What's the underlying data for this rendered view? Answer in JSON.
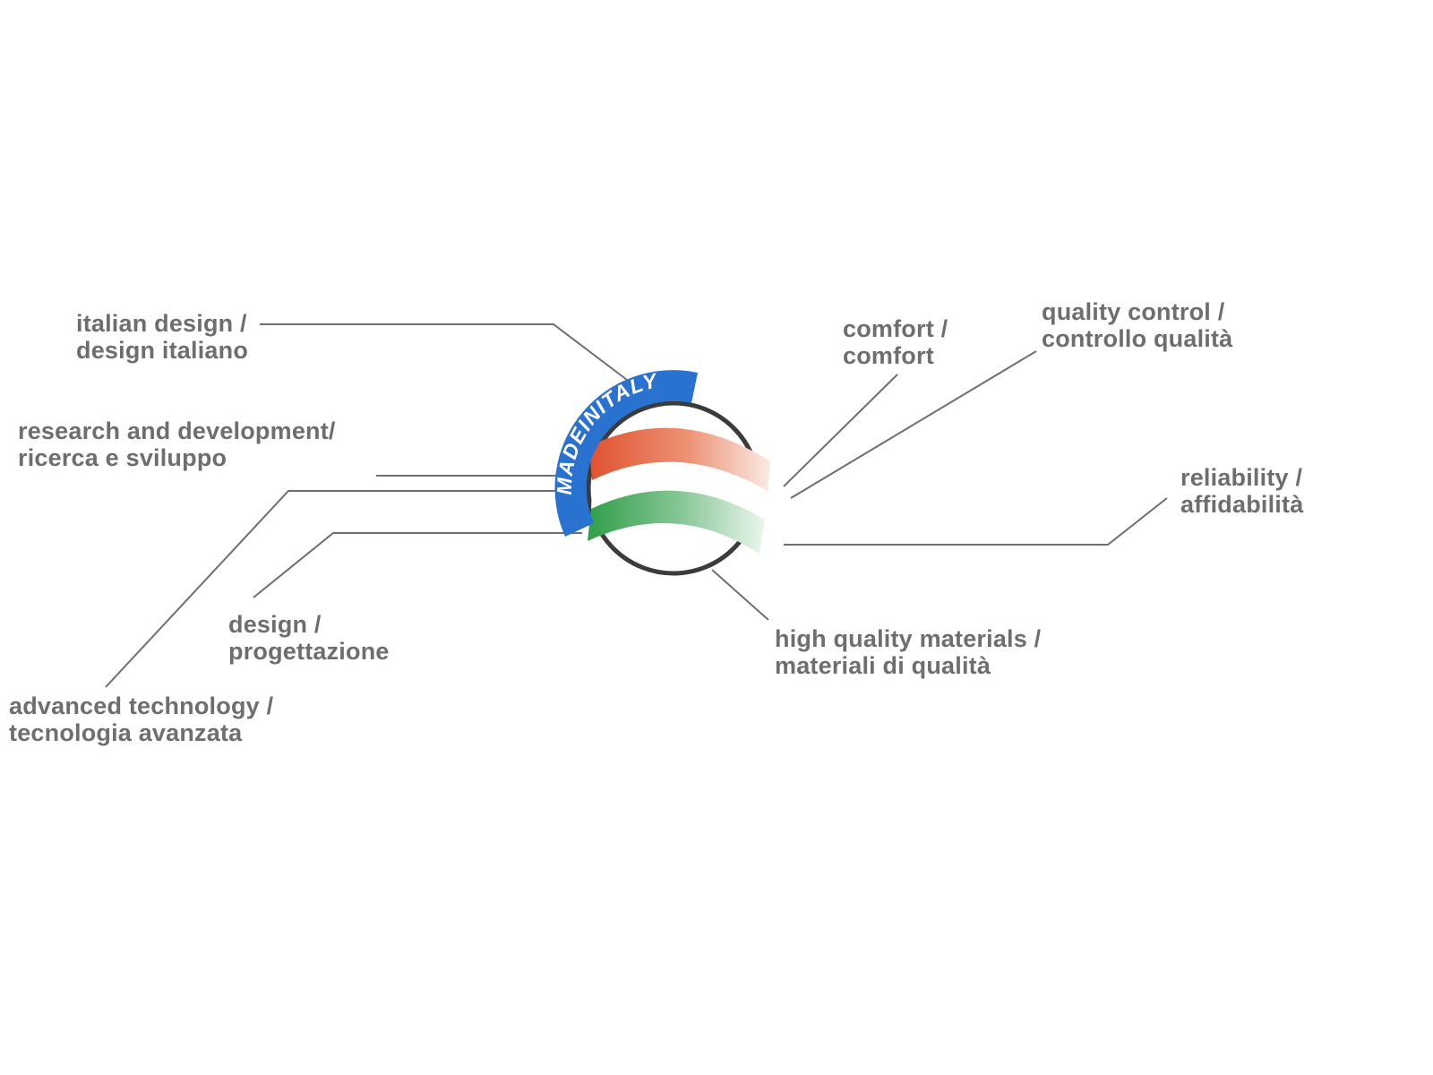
{
  "logo": {
    "banner_text": "MADEINITALY",
    "colors": {
      "banner_blue": "#2a72cf",
      "flag_red": "#e0512f",
      "flag_green": "#2f9e48",
      "circle_outline": "#3b3b3c",
      "connector_gray": "#6d6e70"
    }
  },
  "text_color": "#6d6e70",
  "labels": [
    {
      "id": "italian-design",
      "line1": "italian design /",
      "line2": "design italiano"
    },
    {
      "id": "research-development",
      "line1": "research and development/",
      "line2": "ricerca e sviluppo"
    },
    {
      "id": "design",
      "line1": "design /",
      "line2": "progettazione"
    },
    {
      "id": "advanced-technology",
      "line1": "advanced technology /",
      "line2": "tecnologia avanzata"
    },
    {
      "id": "comfort",
      "line1": "comfort /",
      "line2": "comfort"
    },
    {
      "id": "quality-control",
      "line1": "quality control /",
      "line2": "controllo qualità"
    },
    {
      "id": "reliability",
      "line1": "reliability /",
      "line2": "affidabilità"
    },
    {
      "id": "high-quality-materials",
      "line1": "high quality materials /",
      "line2": "materiali di qualità"
    }
  ]
}
